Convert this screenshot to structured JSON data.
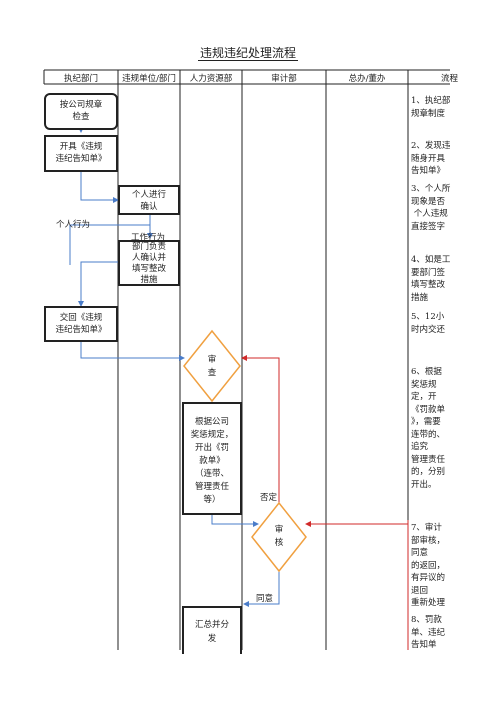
{
  "title": "违规违纪处理流程",
  "columns": [
    "执纪部门",
    "违规单位/部门",
    "人力资源部",
    "审计部",
    "总办/董办",
    "流程"
  ],
  "nodes": {
    "start": "按公司规章\n检查",
    "issue_notice": "开具《违规\n违纪告知单》",
    "confirm": "个人进行\n确认",
    "dept_confirm": "部门负责\n人确认并\n填写整改\n措施",
    "return_notice": "交回《违规\n违纪告知单》",
    "review": "审\n查",
    "hr_penalty": "根据公司\n奖惩规定，\n开出《罚\n款单》\n（连带、\n管理责任\n等）",
    "audit": "审\n核",
    "summary": "汇总并分\n发"
  },
  "edge_labels": {
    "personal": "个人行为",
    "work": "工作行为",
    "deny": "否定",
    "agree": "同意"
  },
  "notes": [
    "1、执纪部\n规章制度",
    "2、发现违\n随身开具\n告知单》",
    "3、个人所\n现象是否\n 个人违规\n直接签字",
    "4、如是工\n要部门签\n填写整改\n措施",
    "5、12小\n时内交还",
    "6、根据\n奖惩规\n定，开\n《罚款单\n》，需要\n连带的、\n追究\n管理责任\n的，分别\n开出。",
    "7、审计\n部审核，\n同意\n的返回，\n有异议的\n退回\n重新处理",
    "8、罚款\n单、违纪\n告知单"
  ]
}
